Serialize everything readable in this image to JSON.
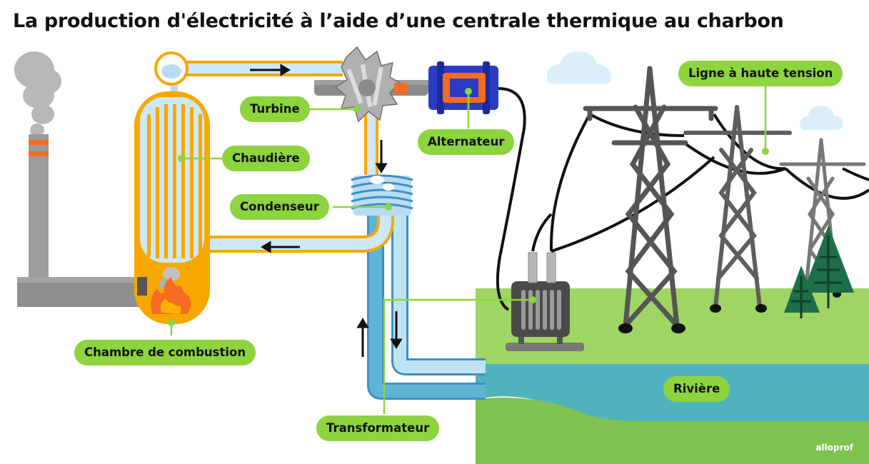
{
  "title": "La production d'électricité à l’aide d’une centrale thermique au charbon",
  "labels": {
    "turbine": "Turbine",
    "alternateur": "Alternateur",
    "chaudiere": "Chaudière",
    "condenseur": "Condenseur",
    "chambre": "Chambre de combustion",
    "transformateur": "Transformateur",
    "ligne": "Ligne à haute tension",
    "riviere": "Rivière"
  },
  "brand": "alloprof",
  "colors": {
    "label_bg": "#8ed43e",
    "pipe_orange": "#f7a800",
    "pipe_blue": "#b9dcf4",
    "water": "#4fb3be",
    "ground": "#9fd562",
    "alternator": "#2b3cc4",
    "tower": "#555555",
    "fire": "#f36c21"
  }
}
